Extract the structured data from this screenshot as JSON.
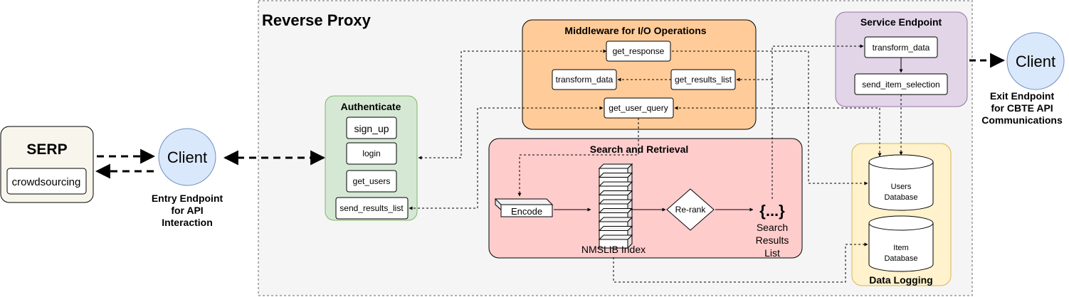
{
  "reverse_proxy": {
    "title": "Reverse Proxy"
  },
  "serp": {
    "title": "SERP",
    "button": "crowdsourcing"
  },
  "client_entry": {
    "label": "Client",
    "caption": [
      "Entry Endpoint",
      "for API",
      "Interaction"
    ]
  },
  "client_exit": {
    "label": "Client",
    "caption": [
      "Exit Endpoint",
      "for CBTE API",
      "Communications"
    ]
  },
  "authenticate": {
    "title": "Authenticate",
    "items": [
      "sign_up",
      "login",
      "get_users",
      "send_results_list"
    ]
  },
  "middleware": {
    "title": "Middleware for I/O Operations",
    "get_response": "get_response",
    "transform_data": "transform_data",
    "get_results_list": "get_results_list",
    "get_user_query": "get_user_query"
  },
  "search": {
    "title": "Search and Retrieval",
    "encode": "Encode",
    "index": "NMSLIB Index",
    "rerank": "Re-rank",
    "results_symbol": "{...}",
    "results_caption": [
      "Search",
      "Results",
      "List"
    ]
  },
  "service": {
    "title": "Service Endpoint",
    "transform_data": "transform_data",
    "send_item_selection": "send_item_selection"
  },
  "logging": {
    "title": "Data Logging",
    "users_db": [
      "Users",
      "Database"
    ],
    "item_db": [
      "Item",
      "Database"
    ]
  },
  "colors": {
    "serp_fill": "#f8f6ec",
    "client_fill": "#dae8fc",
    "client_stroke": "#6c8ebf",
    "auth_fill": "#d5e8d4",
    "auth_stroke": "#82b366",
    "middleware_fill": "#ffcc99",
    "search_fill": "#ffcccc",
    "service_fill": "#e1d5e7",
    "service_stroke": "#9673a6",
    "logging_fill": "#fff2cc",
    "logging_stroke": "#d6b656"
  }
}
